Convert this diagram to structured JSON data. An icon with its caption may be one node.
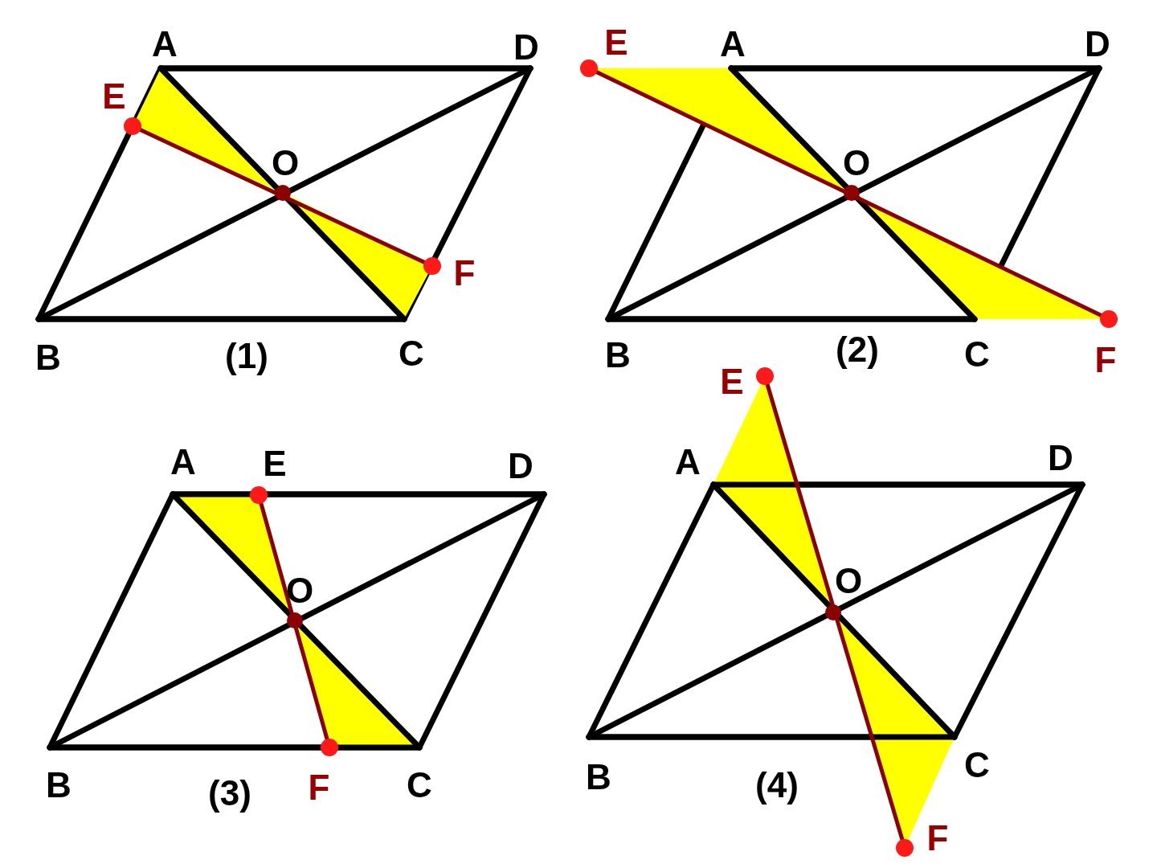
{
  "diagram": {
    "labels": [
      "A",
      "D",
      "E",
      "O",
      "F",
      "B",
      "(1)",
      "C",
      "E",
      "A",
      "D",
      "O",
      "B",
      "(2)",
      "C",
      "F",
      "A",
      "E",
      "D",
      "O",
      "B",
      "(3)",
      "F",
      "C",
      "E",
      "A",
      "D",
      "O",
      "B",
      "(4)",
      "C",
      "F"
    ]
  }
}
